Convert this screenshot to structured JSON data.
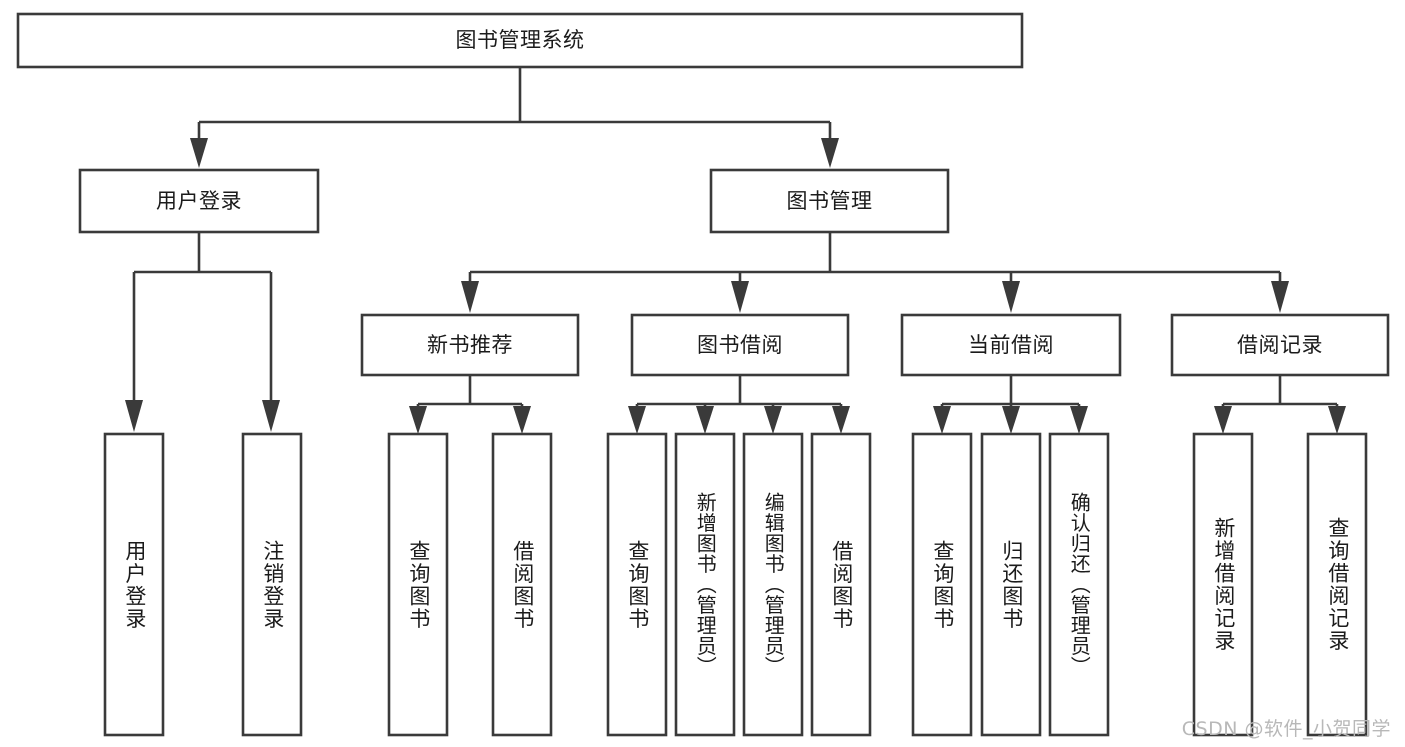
{
  "diagram": {
    "type": "tree-hierarchy",
    "title": "图书管理系统",
    "colors": {
      "box_stroke": "#3a3a3a",
      "box_fill": "#ffffff",
      "connector": "#3a3a3a",
      "text": "#1b1b1b",
      "watermark": "#b8b8b8",
      "background": "#ffffff"
    },
    "nodes": {
      "root": {
        "label": "图书管理系统",
        "level": 1,
        "orientation": "horizontal"
      },
      "l2": [
        {
          "id": "user-login",
          "label": "用户登录",
          "level": 2,
          "orientation": "horizontal"
        },
        {
          "id": "book-manage",
          "label": "图书管理",
          "level": 2,
          "orientation": "horizontal"
        }
      ],
      "l3": [
        {
          "id": "new-book-recommend",
          "label": "新书推荐",
          "level": 3,
          "orientation": "horizontal",
          "parent": "book-manage"
        },
        {
          "id": "book-borrow",
          "label": "图书借阅",
          "level": 3,
          "orientation": "horizontal",
          "parent": "book-manage"
        },
        {
          "id": "current-borrow",
          "label": "当前借阅",
          "level": 3,
          "orientation": "horizontal",
          "parent": "book-manage"
        },
        {
          "id": "borrow-record",
          "label": "借阅记录",
          "level": 3,
          "orientation": "horizontal",
          "parent": "book-manage"
        }
      ],
      "leaves": [
        {
          "id": "leaf-user-login",
          "label": "用户登录",
          "parent": "user-login",
          "orientation": "vertical"
        },
        {
          "id": "leaf-logout-login",
          "label": "注销登录",
          "parent": "user-login",
          "orientation": "vertical"
        },
        {
          "id": "leaf-query-book-1",
          "label": "查询图书",
          "parent": "new-book-recommend",
          "orientation": "vertical"
        },
        {
          "id": "leaf-borrow-book-1",
          "label": "借阅图书",
          "parent": "new-book-recommend",
          "orientation": "vertical"
        },
        {
          "id": "leaf-query-book-2",
          "label": "查询图书",
          "parent": "book-borrow",
          "orientation": "vertical"
        },
        {
          "id": "leaf-add-book",
          "label": "新增图书（管理员）",
          "parent": "book-borrow",
          "orientation": "vertical"
        },
        {
          "id": "leaf-edit-book",
          "label": "编辑图书（管理员）",
          "parent": "book-borrow",
          "orientation": "vertical"
        },
        {
          "id": "leaf-borrow-book-2",
          "label": "借阅图书",
          "parent": "book-borrow",
          "orientation": "vertical"
        },
        {
          "id": "leaf-query-book-3",
          "label": "查询图书",
          "parent": "current-borrow",
          "orientation": "vertical"
        },
        {
          "id": "leaf-return-book",
          "label": "归还图书",
          "parent": "current-borrow",
          "orientation": "vertical"
        },
        {
          "id": "leaf-confirm-return",
          "label": "确认归还（管理员）",
          "parent": "current-borrow",
          "orientation": "vertical"
        },
        {
          "id": "leaf-add-record",
          "label": "新增借阅记录",
          "parent": "borrow-record",
          "orientation": "vertical"
        },
        {
          "id": "leaf-query-record",
          "label": "查询借阅记录",
          "parent": "borrow-record",
          "orientation": "vertical"
        }
      ]
    },
    "watermark": "CSDN @软件_小贺同学"
  }
}
